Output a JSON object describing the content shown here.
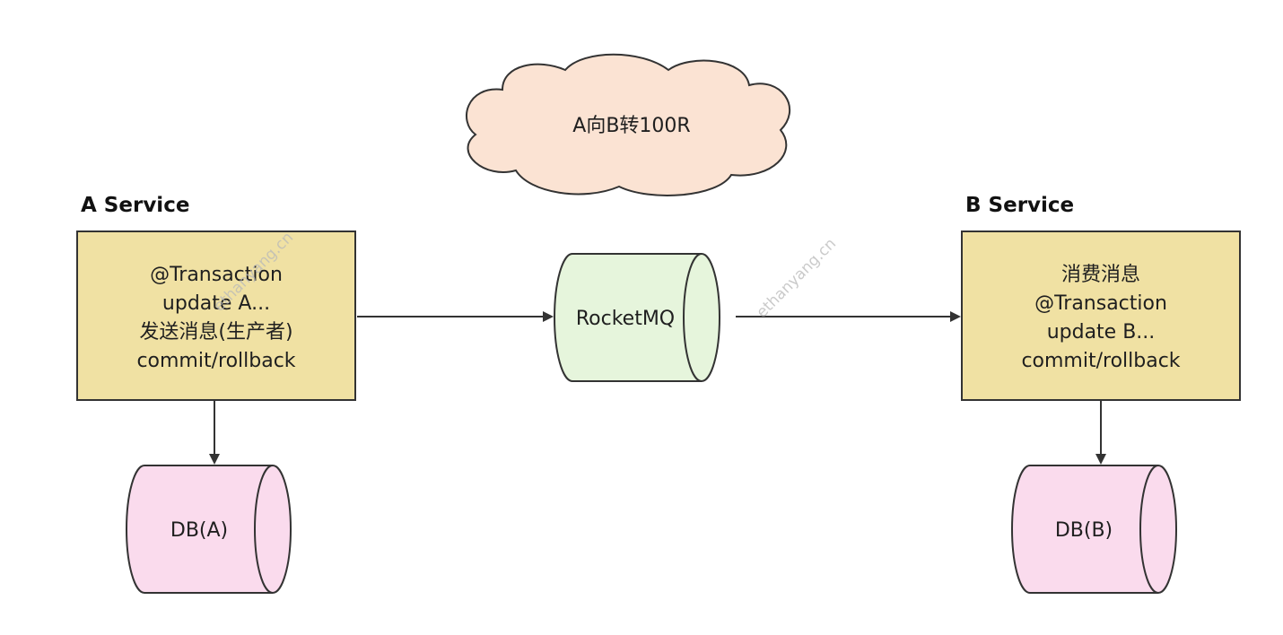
{
  "cloud": {
    "label": "A向B转100R"
  },
  "service_a": {
    "title": "A Service",
    "lines": [
      "@Transaction",
      "update A...",
      "发送消息(生产者)",
      "commit/rollback"
    ]
  },
  "service_b": {
    "title": "B Service",
    "lines": [
      "消费消息",
      "@Transaction",
      "update B...",
      "commit/rollback"
    ]
  },
  "queue": {
    "label": "RocketMQ"
  },
  "db_a": {
    "label": "DB(A)"
  },
  "db_b": {
    "label": "DB(B)"
  },
  "watermarks": [
    "ethanyang.cn",
    "ethanyang.cn"
  ],
  "colors": {
    "service_fill": "#f0e1a3",
    "cloud_fill": "#fbe3d3",
    "queue_fill": "#e6f5dc",
    "db_fill": "#fadbed",
    "stroke": "#333333"
  }
}
